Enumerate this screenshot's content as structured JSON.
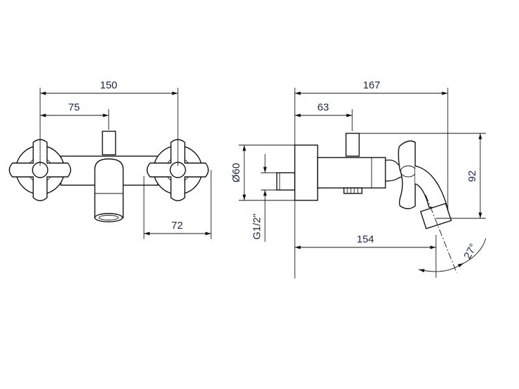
{
  "front_view": {
    "dim_total_width": "150",
    "dim_center_spout": "75",
    "dim_handle_width": "72"
  },
  "side_view": {
    "dim_total_depth": "167",
    "dim_lever_depth": "63",
    "dim_diameter": "Ø60",
    "dim_thread": "G1/2\"",
    "dim_spout_depth": "154",
    "dim_height": "92",
    "dim_angle": "27°"
  }
}
